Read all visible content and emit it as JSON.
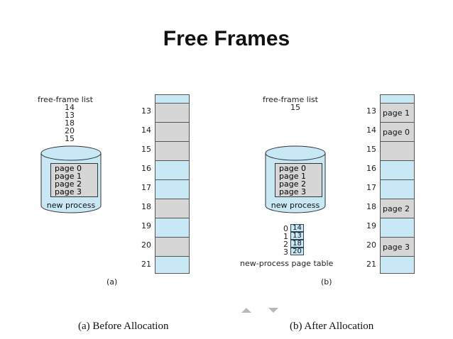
{
  "title": "Free Frames",
  "before": {
    "free_frame_list_title": "free-frame list",
    "free_frames": [
      "14",
      "13",
      "18",
      "20",
      "15"
    ],
    "pages": [
      "page 0",
      "page 1",
      "page 2",
      "page 3"
    ],
    "new_process_label": "new process",
    "frames": [
      {
        "number": "13",
        "state": "alloc",
        "label": ""
      },
      {
        "number": "14",
        "state": "alloc",
        "label": ""
      },
      {
        "number": "15",
        "state": "alloc",
        "label": ""
      },
      {
        "number": "16",
        "state": "free",
        "label": ""
      },
      {
        "number": "17",
        "state": "free",
        "label": ""
      },
      {
        "number": "18",
        "state": "alloc",
        "label": ""
      },
      {
        "number": "19",
        "state": "free",
        "label": ""
      },
      {
        "number": "20",
        "state": "alloc",
        "label": ""
      },
      {
        "number": "21",
        "state": "free",
        "label": ""
      }
    ],
    "sublabel": "(a)",
    "caption": "(a) Before Allocation"
  },
  "after": {
    "free_frame_list_title": "free-frame list",
    "free_frames": [
      "15"
    ],
    "pages": [
      "page 0",
      "page 1",
      "page 2",
      "page 3"
    ],
    "new_process_label": "new process",
    "page_table": [
      {
        "index": "0",
        "frame": "14"
      },
      {
        "index": "1",
        "frame": "13"
      },
      {
        "index": "2",
        "frame": "18"
      },
      {
        "index": "3",
        "frame": "20"
      }
    ],
    "page_table_label": "new-process page table",
    "frames": [
      {
        "number": "13",
        "state": "alloc",
        "label": "page 1"
      },
      {
        "number": "14",
        "state": "alloc",
        "label": "page 0"
      },
      {
        "number": "15",
        "state": "alloc",
        "label": ""
      },
      {
        "number": "16",
        "state": "free",
        "label": ""
      },
      {
        "number": "17",
        "state": "free",
        "label": ""
      },
      {
        "number": "18",
        "state": "alloc",
        "label": "page 2"
      },
      {
        "number": "19",
        "state": "free",
        "label": ""
      },
      {
        "number": "20",
        "state": "alloc",
        "label": "page 3"
      },
      {
        "number": "21",
        "state": "free",
        "label": ""
      }
    ],
    "sublabel": "(b)",
    "caption": "(b) After Allocation"
  },
  "colors": {
    "free_frame": "#c9e8f6",
    "allocated_frame": "#d6d6d6",
    "disk_top": "#c9e8f6"
  },
  "nav": {
    "prev_icon": "triangle-up-icon",
    "next_icon": "triangle-down-icon"
  }
}
